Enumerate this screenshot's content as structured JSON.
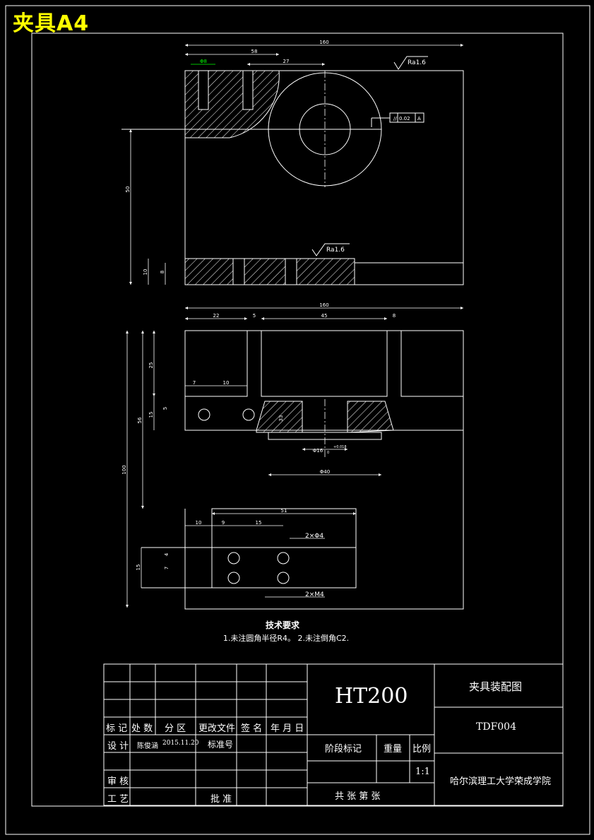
{
  "sheet_tag": "夹具A4",
  "colors": {
    "background": "#000000",
    "lines": "#ffffff",
    "tag": "#ffff00",
    "highlight": "#00ff00"
  },
  "top_view": {
    "dims": {
      "overall_width": "160",
      "left_width": "58",
      "slot_width": "27",
      "pin_dia": "Φ8",
      "height": "50",
      "base_thick": "10",
      "base_step": "8"
    },
    "roughness_top": "Ra1.6",
    "roughness_base": "Ra1.6",
    "tolerance_frame": {
      "symbol": "//",
      "value": "0.02",
      "datum": "A"
    }
  },
  "front_view": {
    "dims": {
      "overall_width": "160",
      "left": "22",
      "gap_left": "5",
      "middle": "45",
      "gap_right": "8",
      "upper_height": "25",
      "small_a": "7",
      "small_b": "10",
      "left_offset": "15",
      "hole_offset": "5",
      "total_height": "56",
      "bore_depth": "33",
      "bore_dia": "Φ16",
      "bore_tol": "+0.018",
      "bore_tol_low": "0",
      "outer_dia": "Φ40",
      "overall_height": "100"
    }
  },
  "side_view": {
    "dims": {
      "length": "51",
      "a": "10",
      "b": "9",
      "c": "15",
      "d": "4",
      "e": "7",
      "height": "15"
    },
    "hole_label_top": "2×Φ4",
    "hole_label_bottom": "2×M4"
  },
  "tech_requirements": {
    "heading": "技术要求",
    "items": "1.未注圆角半径R4。 2.未注倒角C2."
  },
  "title_block": {
    "material": "HT200",
    "drawing_name": "夹具装配图",
    "drawing_no": "TDF004",
    "organization": "哈尔滨理工大学荣成学院",
    "headers": [
      "标 记",
      "处 数",
      "分 区",
      "更改文件",
      "签 名",
      "年 月 日"
    ],
    "design_label": "设 计",
    "designer": "陈俊涵",
    "date": "2015.11.20",
    "standardize_label": "标准号",
    "review_label": "审 核",
    "process_label": "工 艺",
    "approve_label": "批 准",
    "stage_label": "阶段标记",
    "weight_label": "重量",
    "scale_label": "比例",
    "scale_value": "1:1",
    "sheets_label": "共    张    第    张"
  }
}
